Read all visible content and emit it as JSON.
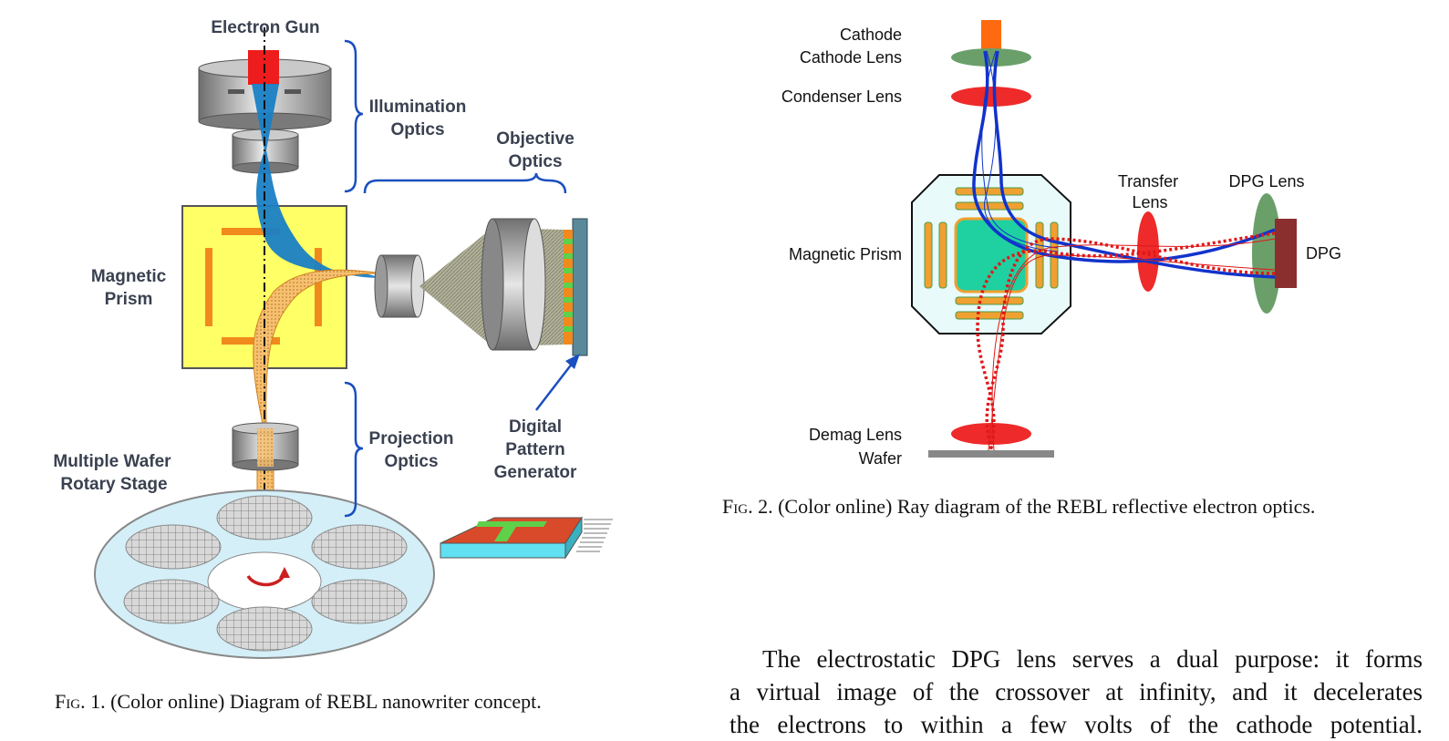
{
  "figure1": {
    "labels": {
      "electron_gun": "Electron Gun",
      "illumination_1": "Illumination",
      "illumination_2": "Optics",
      "objective_1": "Objective",
      "objective_2": "Optics",
      "magnetic_1": "Magnetic",
      "magnetic_2": "Prism",
      "projection_1": "Projection",
      "projection_2": "Optics",
      "digital_1": "Digital",
      "digital_2": "Pattern",
      "digital_3": "Generator",
      "wafer_1": "Multiple Wafer",
      "wafer_2": "Rotary Stage"
    },
    "caption_prefix": "Fig. 1.",
    "caption_text": " (Color online) Diagram of REBL nanowriter concept."
  },
  "figure2": {
    "labels": {
      "cathode": "Cathode",
      "cathode_lens": "Cathode Lens",
      "condenser_lens": "Condenser Lens",
      "magnetic_prism": "Magnetic Prism",
      "demag_lens": "Demag Lens",
      "wafer": "Wafer",
      "transfer_1": "Transfer",
      "transfer_2": "Lens",
      "dpg_lens": "DPG Lens",
      "dpg": "DPG"
    },
    "caption_prefix": "Fig. 2.",
    "caption_text": " (Color online) Ray diagram of the REBL reflective electron optics."
  },
  "body": {
    "line1": "The electrostatic DPG lens serves a dual purpose: it forms",
    "line2": "a virtual image of the crossover at infinity, and it decelerates",
    "line3": "the electrons to within a few volts of the cathode potential."
  },
  "colors": {
    "electron_beam": "#1a7fc4",
    "return_beam": "#f0a030",
    "prism_fill": "#ffff66",
    "lens_red": "#ee2a2a",
    "lens_green": "#6a9f6a",
    "dpg": "#8b2e2e",
    "ray_blue": "#1133cc"
  }
}
